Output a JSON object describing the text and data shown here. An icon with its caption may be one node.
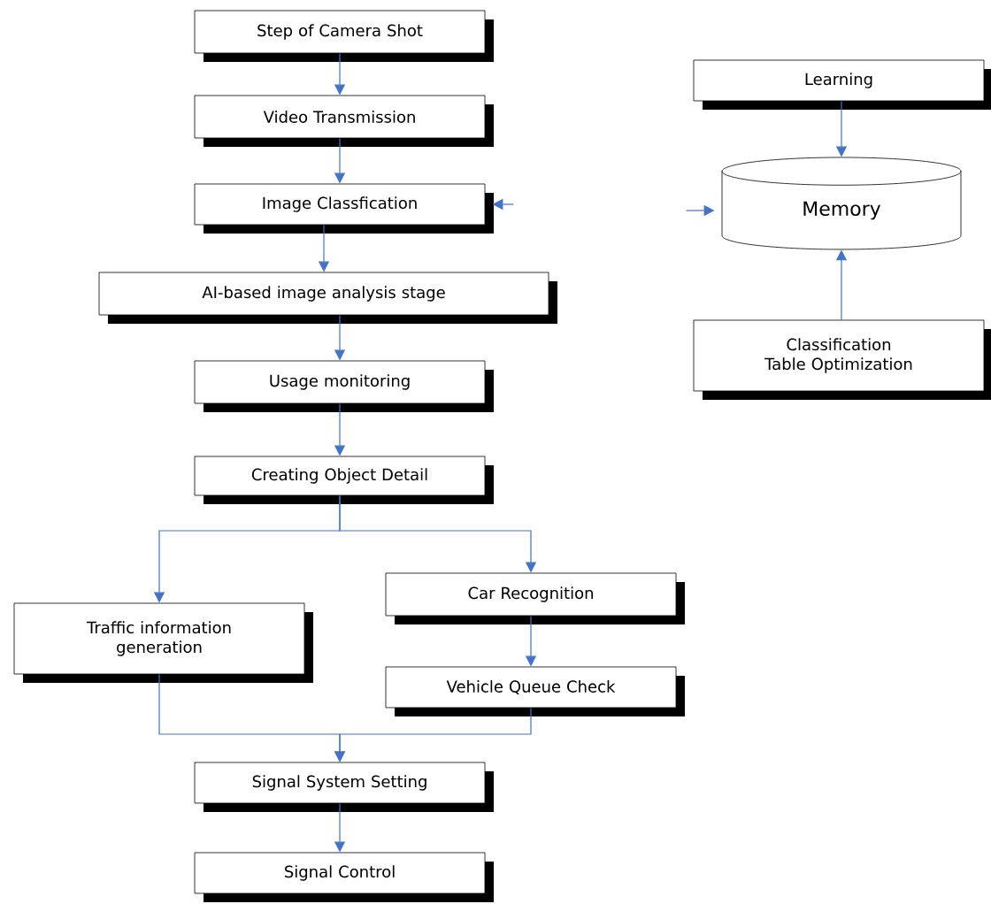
{
  "diagram": {
    "nodes": [
      {
        "text": [
          "Step of Camera Shot"
        ]
      },
      {
        "text": [
          "Video Transmission"
        ]
      },
      {
        "text": [
          "Image Classfication"
        ]
      },
      {
        "text": [
          "AI-based image analysis stage"
        ]
      },
      {
        "text": [
          "Usage monitoring"
        ]
      },
      {
        "text": [
          "Creating Object Detail"
        ]
      },
      {
        "text": [
          "Traffic information generation"
        ]
      },
      {
        "text": [
          "Car Recognition"
        ]
      },
      {
        "text": [
          "Vehicle Queue Check"
        ]
      },
      {
        "text": [
          "Signal System Setting"
        ]
      },
      {
        "text": [
          "Signal Control"
        ]
      },
      {
        "text": [
          "Learning"
        ]
      },
      {
        "text": [
          "Memory"
        ]
      },
      {
        "text": [
          "Classification Table Optimization"
        ]
      }
    ],
    "edges": [
      {
        "from": 0,
        "to": 1,
        "arrow": "to"
      },
      {
        "from": 1,
        "to": 2,
        "arrow": "to"
      },
      {
        "from": 2,
        "to": 3,
        "arrow": "to"
      },
      {
        "from": 3,
        "to": 4,
        "arrow": "to"
      },
      {
        "from": 4,
        "to": 5,
        "arrow": "to"
      },
      {
        "from": 5,
        "to": 6,
        "arrow": "to"
      },
      {
        "from": 5,
        "to": 7,
        "arrow": "to"
      },
      {
        "from": 7,
        "to": 8,
        "arrow": "to"
      },
      {
        "from": 6,
        "to": 9,
        "arrow": "to"
      },
      {
        "from": 8,
        "to": 9,
        "arrow": "to"
      },
      {
        "from": 9,
        "to": 10,
        "arrow": "to"
      },
      {
        "from": 11,
        "to": 12,
        "arrow": "to"
      },
      {
        "from": 13,
        "to": 12,
        "arrow": "to"
      },
      {
        "from": null,
        "to": 2,
        "arrow": "to"
      },
      {
        "from": null,
        "to": 12,
        "arrow": "to"
      }
    ]
  }
}
